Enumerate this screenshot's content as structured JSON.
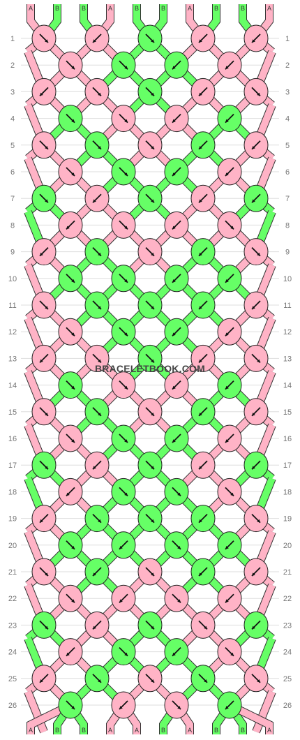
{
  "pattern": {
    "colors": {
      "A": "#ffb3c6",
      "B": "#66ff66"
    },
    "top_strings": [
      "A",
      "B",
      "B",
      "A",
      "B",
      "B",
      "A",
      "B",
      "B",
      "A"
    ],
    "bottom_strings": [
      "A",
      "B",
      "B",
      "A",
      "A",
      "B",
      "A",
      "B",
      "B",
      "A"
    ],
    "row_labels": [
      "1",
      "2",
      "3",
      "4",
      "5",
      "6",
      "7",
      "8",
      "9",
      "10",
      "11",
      "12",
      "13",
      "14",
      "15",
      "16",
      "17",
      "18",
      "19",
      "20",
      "21",
      "22",
      "23",
      "24",
      "25",
      "26"
    ],
    "rows": [
      [
        {
          "c": "A",
          "d": "br"
        },
        {
          "c": "A",
          "d": "bl"
        },
        {
          "c": "B",
          "d": "br"
        },
        {
          "c": "A",
          "d": "bl"
        },
        {
          "c": "A",
          "d": "bl"
        }
      ],
      [
        {
          "c": "A",
          "d": "br"
        },
        {
          "c": "B",
          "d": "br"
        },
        {
          "c": "B",
          "d": "bl"
        },
        {
          "c": "A",
          "d": "bl"
        }
      ],
      [
        {
          "c": "A",
          "d": "bl"
        },
        {
          "c": "A",
          "d": "br"
        },
        {
          "c": "B",
          "d": "br"
        },
        {
          "c": "A",
          "d": "bl"
        },
        {
          "c": "A",
          "d": "br"
        }
      ],
      [
        {
          "c": "B",
          "d": "br"
        },
        {
          "c": "A",
          "d": "br"
        },
        {
          "c": "A",
          "d": "bl"
        },
        {
          "c": "B",
          "d": "bl"
        }
      ],
      [
        {
          "c": "A",
          "d": "br"
        },
        {
          "c": "B",
          "d": "br"
        },
        {
          "c": "A",
          "d": "br"
        },
        {
          "c": "B",
          "d": "bl"
        },
        {
          "c": "A",
          "d": "bl"
        }
      ],
      [
        {
          "c": "A",
          "d": "br"
        },
        {
          "c": "B",
          "d": "br"
        },
        {
          "c": "B",
          "d": "bl"
        },
        {
          "c": "A",
          "d": "bl"
        }
      ],
      [
        {
          "c": "B",
          "d": "br"
        },
        {
          "c": "A",
          "d": "bl"
        },
        {
          "c": "B",
          "d": "br"
        },
        {
          "c": "A",
          "d": "bl"
        },
        {
          "c": "B",
          "d": "bl"
        }
      ],
      [
        {
          "c": "A",
          "d": "bl"
        },
        {
          "c": "A",
          "d": "br"
        },
        {
          "c": "A",
          "d": "bl"
        },
        {
          "c": "A",
          "d": "br"
        }
      ],
      [
        {
          "c": "A",
          "d": "bl"
        },
        {
          "c": "B",
          "d": "br"
        },
        {
          "c": "A",
          "d": "br"
        },
        {
          "c": "B",
          "d": "bl"
        },
        {
          "c": "A",
          "d": "br"
        }
      ],
      [
        {
          "c": "B",
          "d": "br"
        },
        {
          "c": "B",
          "d": "br"
        },
        {
          "c": "B",
          "d": "bl"
        },
        {
          "c": "B",
          "d": "bl"
        }
      ],
      [
        {
          "c": "A",
          "d": "br"
        },
        {
          "c": "B",
          "d": "br"
        },
        {
          "c": "B",
          "d": "br"
        },
        {
          "c": "B",
          "d": "bl"
        },
        {
          "c": "A",
          "d": "bl"
        }
      ],
      [
        {
          "c": "A",
          "d": "br"
        },
        {
          "c": "B",
          "d": "br"
        },
        {
          "c": "B",
          "d": "bl"
        },
        {
          "c": "A",
          "d": "bl"
        }
      ],
      [
        {
          "c": "A",
          "d": "bl"
        },
        {
          "c": "A",
          "d": "br"
        },
        {
          "c": "B",
          "d": "br"
        },
        {
          "c": "A",
          "d": "bl"
        },
        {
          "c": "A",
          "d": "br"
        }
      ],
      [
        {
          "c": "B",
          "d": "br"
        },
        {
          "c": "A",
          "d": "br"
        },
        {
          "c": "A",
          "d": "bl"
        },
        {
          "c": "B",
          "d": "bl"
        }
      ],
      [
        {
          "c": "A",
          "d": "br"
        },
        {
          "c": "B",
          "d": "br"
        },
        {
          "c": "A",
          "d": "br"
        },
        {
          "c": "B",
          "d": "bl"
        },
        {
          "c": "A",
          "d": "bl"
        }
      ],
      [
        {
          "c": "A",
          "d": "br"
        },
        {
          "c": "B",
          "d": "br"
        },
        {
          "c": "B",
          "d": "bl"
        },
        {
          "c": "A",
          "d": "bl"
        }
      ],
      [
        {
          "c": "B",
          "d": "br"
        },
        {
          "c": "A",
          "d": "bl"
        },
        {
          "c": "B",
          "d": "br"
        },
        {
          "c": "A",
          "d": "bl"
        },
        {
          "c": "B",
          "d": "bl"
        }
      ],
      [
        {
          "c": "A",
          "d": "bl"
        },
        {
          "c": "B",
          "d": "br"
        },
        {
          "c": "B",
          "d": "br"
        },
        {
          "c": "A",
          "d": "br"
        }
      ],
      [
        {
          "c": "A",
          "d": "bl"
        },
        {
          "c": "B",
          "d": "br"
        },
        {
          "c": "B",
          "d": "br"
        },
        {
          "c": "B",
          "d": "bl"
        },
        {
          "c": "A",
          "d": "br"
        }
      ],
      [
        {
          "c": "B",
          "d": "br"
        },
        {
          "c": "B",
          "d": "bl"
        },
        {
          "c": "B",
          "d": "br"
        },
        {
          "c": "B",
          "d": "bl"
        }
      ],
      [
        {
          "c": "A",
          "d": "br"
        },
        {
          "c": "B",
          "d": "bl"
        },
        {
          "c": "A",
          "d": "br"
        },
        {
          "c": "B",
          "d": "bl"
        },
        {
          "c": "A",
          "d": "bl"
        }
      ],
      [
        {
          "c": "A",
          "d": "br"
        },
        {
          "c": "A",
          "d": "bl"
        },
        {
          "c": "A",
          "d": "br"
        },
        {
          "c": "A",
          "d": "bl"
        }
      ],
      [
        {
          "c": "B",
          "d": "br"
        },
        {
          "c": "A",
          "d": "bl"
        },
        {
          "c": "B",
          "d": "br"
        },
        {
          "c": "A",
          "d": "br"
        },
        {
          "c": "B",
          "d": "bl"
        }
      ],
      [
        {
          "c": "A",
          "d": "bl"
        },
        {
          "c": "B",
          "d": "br"
        },
        {
          "c": "B",
          "d": "bl"
        },
        {
          "c": "A",
          "d": "br"
        }
      ],
      [
        {
          "c": "A",
          "d": "bl"
        },
        {
          "c": "B",
          "d": "br"
        },
        {
          "c": "A",
          "d": "br"
        },
        {
          "c": "B",
          "d": "br"
        },
        {
          "c": "A",
          "d": "br"
        }
      ],
      [
        {
          "c": "B",
          "d": "br"
        },
        {
          "c": "A",
          "d": "bl"
        },
        {
          "c": "A",
          "d": "br"
        },
        {
          "c": "B",
          "d": "bl"
        }
      ]
    ]
  },
  "watermark": "BRACELETBOOK.COM"
}
